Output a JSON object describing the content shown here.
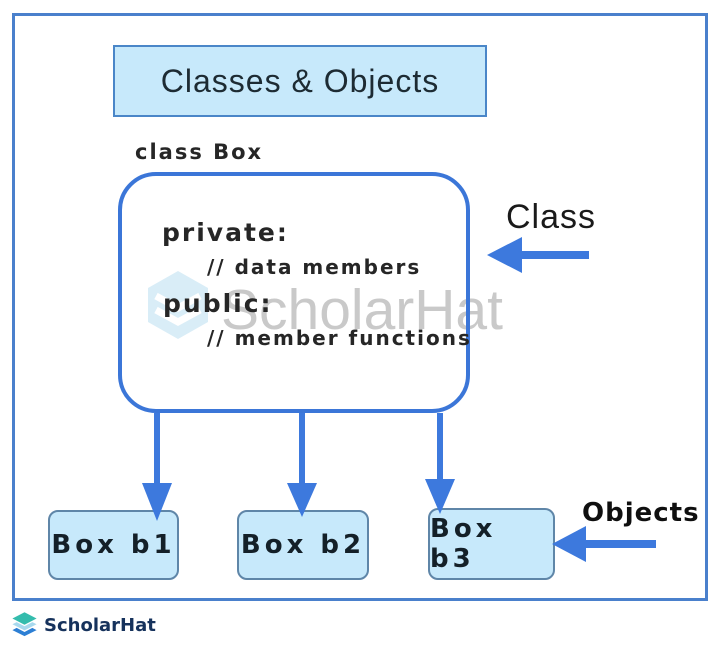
{
  "diagram": {
    "title": "Classes & Objects",
    "class_node": {
      "label": "class Box",
      "lines": [
        {
          "type": "keyword",
          "text": "private:"
        },
        {
          "type": "comment",
          "text": "// data members"
        },
        {
          "type": "keyword",
          "text": "public:"
        },
        {
          "type": "comment",
          "text": "// member functions"
        }
      ]
    },
    "class_pointer_label": "Class",
    "objects_pointer_label": "Objects",
    "object_nodes": [
      {
        "label": "Box b1"
      },
      {
        "label": "Box b2"
      },
      {
        "label": "Box b3"
      }
    ]
  },
  "watermark": {
    "text": "ScholarHat"
  },
  "footer": {
    "brand": "ScholarHat"
  },
  "colors": {
    "frame_border": "#4a80cc",
    "arrow_blue": "#3d79dd",
    "node_fill": "#c7e9fb",
    "node_border": "#5f86a8",
    "class_box_border": "#3b76d8",
    "title_border": "#4a86c8",
    "watermark_gray": "#c9c9c9",
    "watermark_logo_blue": "#d9edf7",
    "brand_navy": "#16325c",
    "brand_teal": "#34bcad",
    "brand_blue": "#2d7fd4"
  }
}
